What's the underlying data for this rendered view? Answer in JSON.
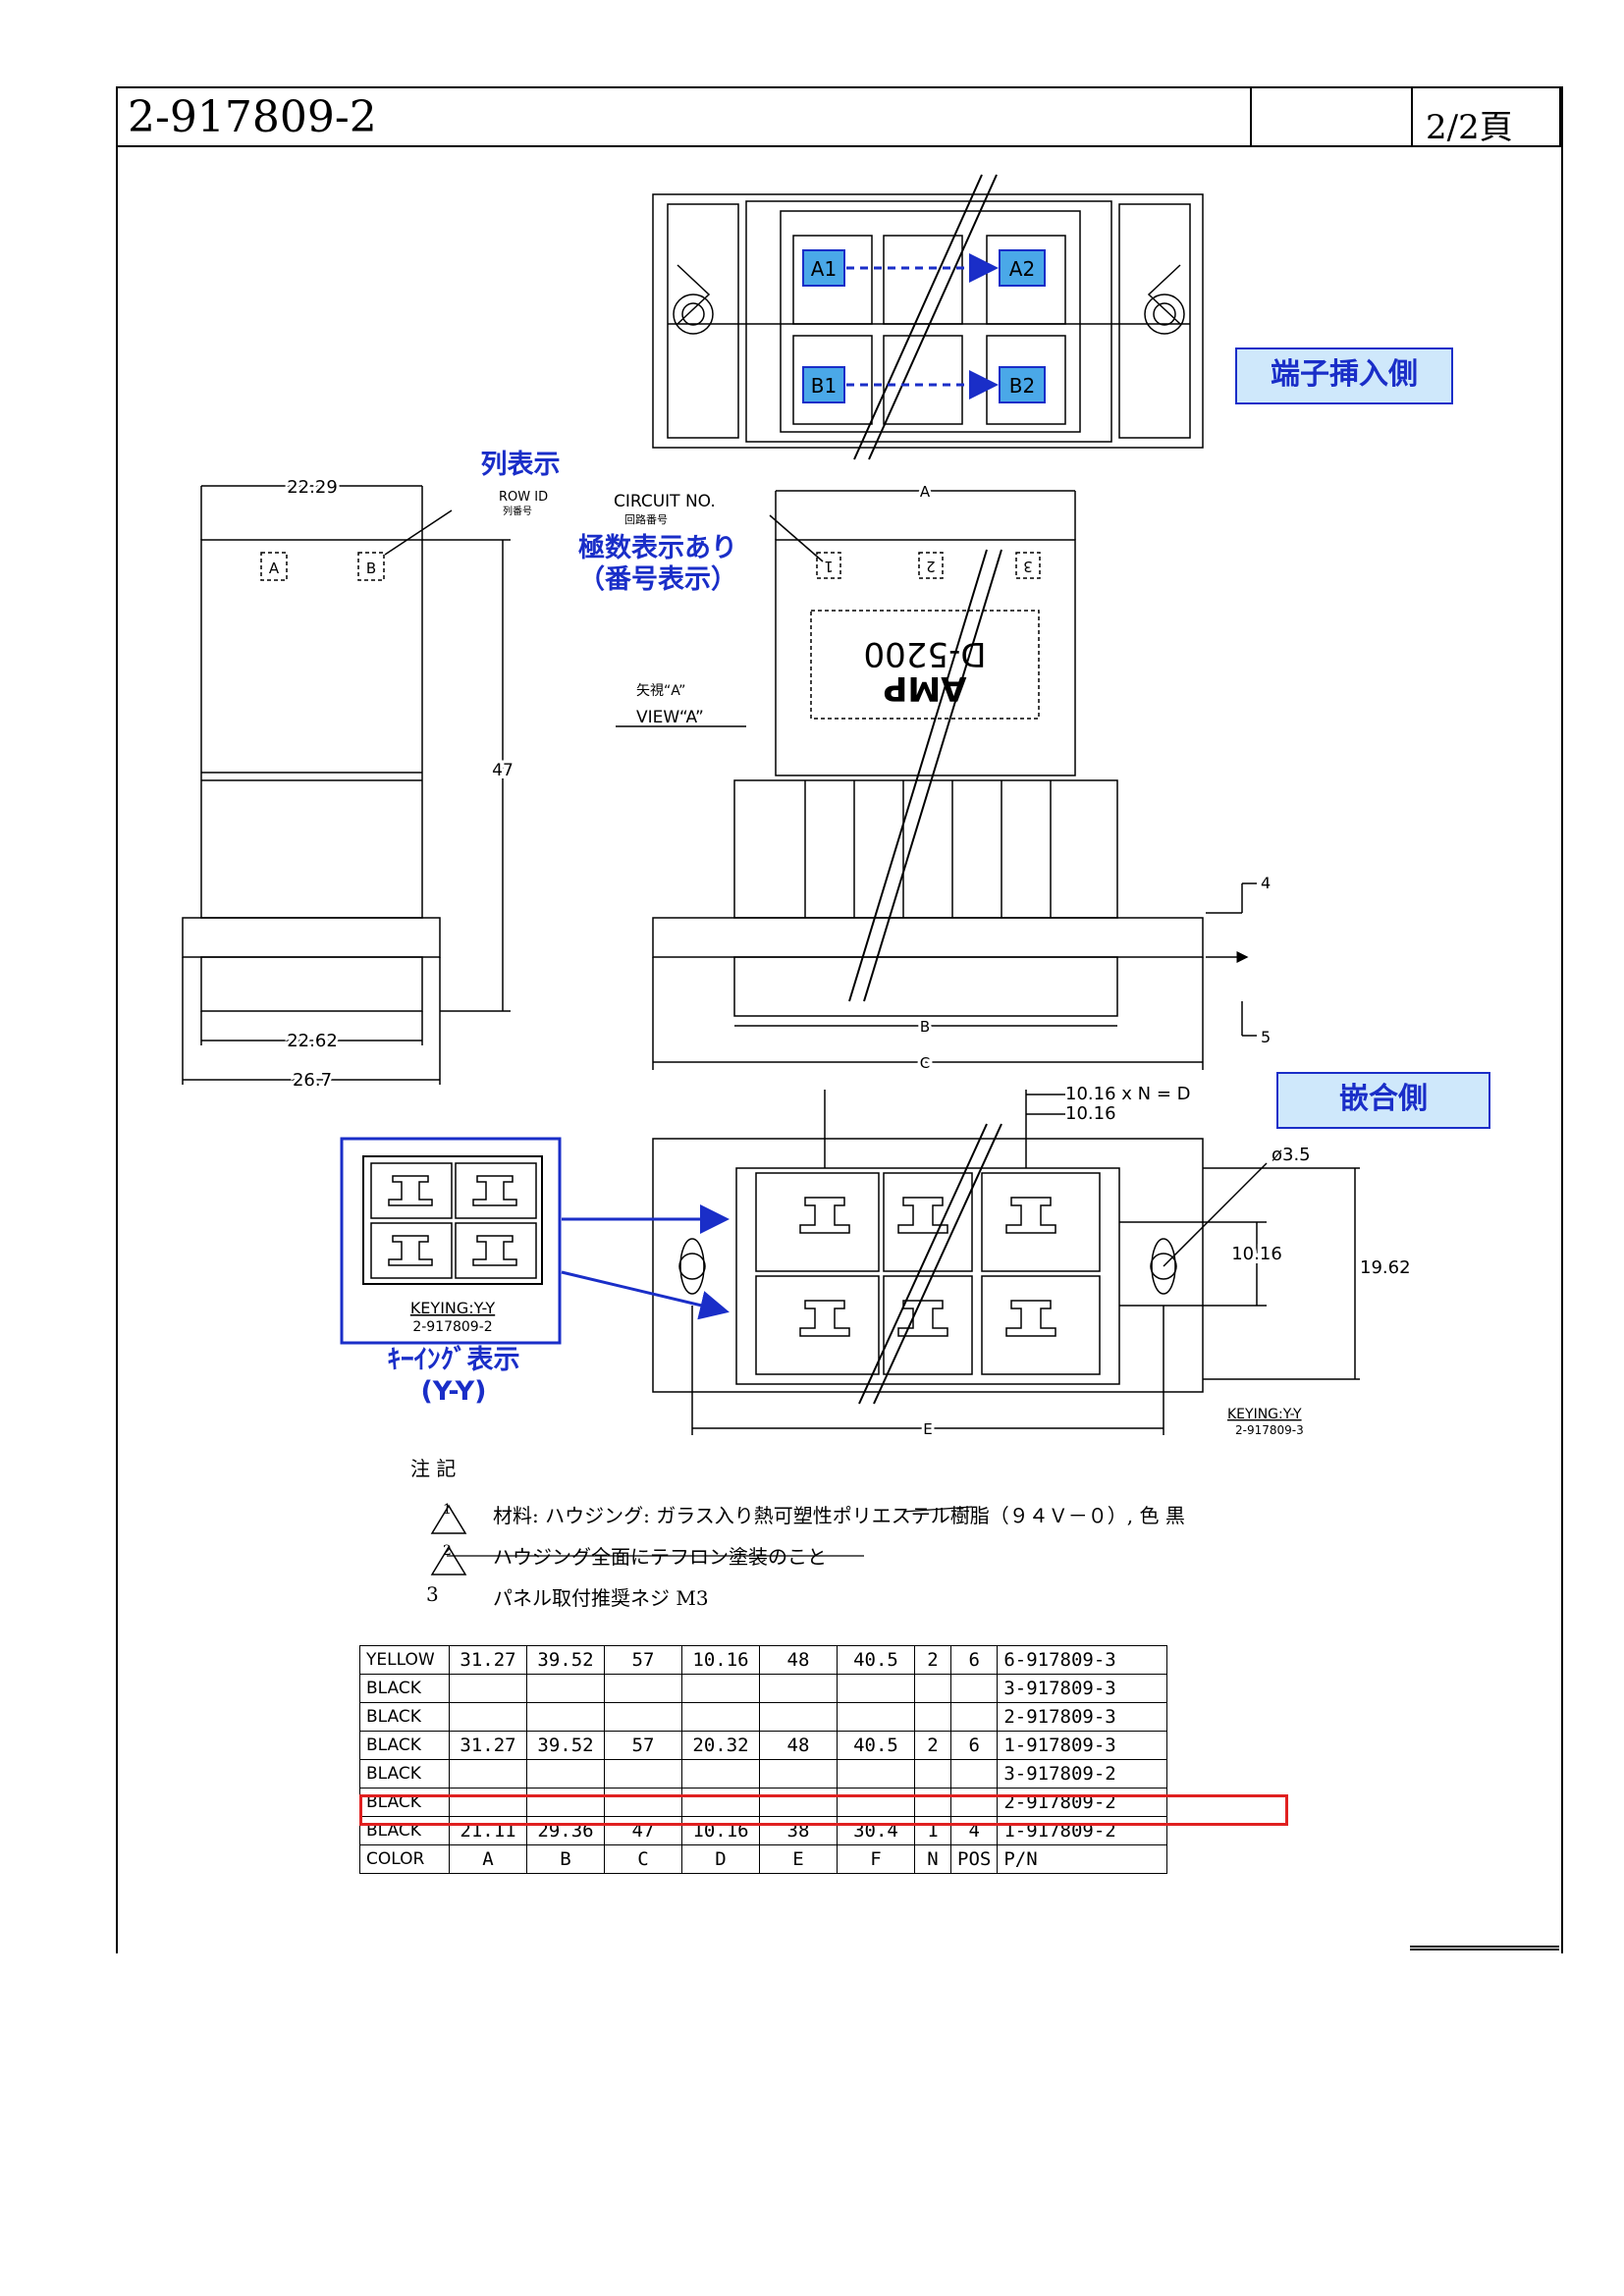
{
  "header": {
    "doc_number": "2-917809-2",
    "page": "2/2頁"
  },
  "callouts": {
    "terminal_insert_side": "端子挿入側",
    "mating_side": "嵌合側",
    "row_display": "列表示",
    "pole_display_line1": "極数表示あり",
    "pole_display_line2": "（番号表示）",
    "keying_display_line1": "ｷｰｲﾝｸﾞ表示",
    "keying_display_line2": "(Y-Y)"
  },
  "top_view": {
    "cavities": [
      "A1",
      "A2",
      "B1",
      "B2"
    ]
  },
  "side_view": {
    "dim_top": "22.29",
    "row_id": "ROW ID",
    "row_id_jp": "列番号",
    "col_a": "A",
    "col_b": "B",
    "height": "47",
    "dim_bottom1": "22.62",
    "dim_bottom2": "26.7"
  },
  "front_view": {
    "circuit_no": "CIRCUIT NO.",
    "circuit_no_jp": "回路番号",
    "circuit_nums": [
      "1",
      "2",
      "3"
    ],
    "part_marking": "D-5200",
    "brand": "AMP",
    "view_jp": "矢視“A”",
    "view_en": "VIEW“A”",
    "dim_a": "A",
    "dim_b": "B",
    "dim_c": "C",
    "callout_4": "4",
    "callout_5": "5"
  },
  "mating_view": {
    "dim_pitch": "10.16 x N = D",
    "dim_pitch2": "10.16",
    "dim_hole": "ø3.5",
    "dim_row": "10.16",
    "dim_height": "19.62",
    "dim_e": "E",
    "keying": "KEYING:Y-Y",
    "keying_pn": "2-917809-3"
  },
  "keying_detail": {
    "keying": "KEYING:Y-Y",
    "pn": "2-917809-2"
  },
  "notes": {
    "heading": "注 記",
    "items": [
      {
        "num": "1",
        "text": "材料: ハウジング: ガラス入り熱可塑性ポリエステル樹脂（９４Ｖ－０）, 色 黒"
      },
      {
        "num": "2",
        "text": "ハウジング全面にテフロン塗装のこと"
      },
      {
        "num": "3",
        "text": "パネル取付推奨ネジ M3"
      }
    ]
  },
  "table": {
    "rows": [
      [
        "YELLOW",
        "31.27",
        "39.52",
        "57",
        "10.16",
        "48",
        "40.5",
        "2",
        "6",
        "6-917809-3"
      ],
      [
        "BLACK",
        "",
        "",
        "",
        "",
        "",
        "",
        "",
        "",
        "3-917809-3"
      ],
      [
        "BLACK",
        "",
        "",
        "",
        "",
        "",
        "",
        "",
        "",
        "2-917809-3"
      ],
      [
        "BLACK",
        "31.27",
        "39.52",
        "57",
        "20.32",
        "48",
        "40.5",
        "2",
        "6",
        "1-917809-3"
      ],
      [
        "BLACK",
        "",
        "",
        "",
        "",
        "",
        "",
        "",
        "",
        "3-917809-2"
      ],
      [
        "BLACK",
        "",
        "",
        "",
        "",
        "",
        "",
        "",
        "",
        "2-917809-2"
      ],
      [
        "BLACK",
        "21.11",
        "29.36",
        "47",
        "10.16",
        "38",
        "30.4",
        "1",
        "4",
        "1-917809-2"
      ]
    ],
    "header": [
      "COLOR",
      "A",
      "B",
      "C",
      "D",
      "E",
      "F",
      "N",
      "POS",
      "P/N"
    ],
    "highlight_color": "#e02020"
  },
  "colors": {
    "callout_blue": "#1a2ec8",
    "callout_fill": "#cfe8fb",
    "highlight": "#e02020"
  }
}
